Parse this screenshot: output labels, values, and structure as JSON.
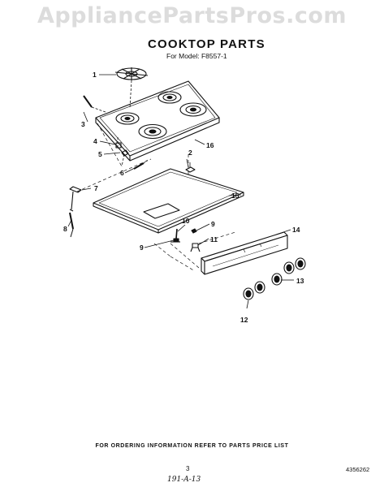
{
  "watermark": "AppliancePartsPros.com",
  "title": "COOKTOP PARTS",
  "subtitle": "For Model: F8557-1",
  "callouts": {
    "c1": "1",
    "c2": "2",
    "c3": "3",
    "c4": "4",
    "c5": "5",
    "c6": "6",
    "c7": "7",
    "c8": "8",
    "c9a": "9",
    "c9b": "9",
    "c10": "10",
    "c11": "11",
    "c12": "12",
    "c13": "13",
    "c14": "14",
    "c15": "15",
    "c16": "16"
  },
  "footer_note": "FOR ORDERING INFORMATION REFER TO PARTS PRICE LIST",
  "page_number": "3",
  "handwritten_note": "191-A-13",
  "document_number": "4356262"
}
